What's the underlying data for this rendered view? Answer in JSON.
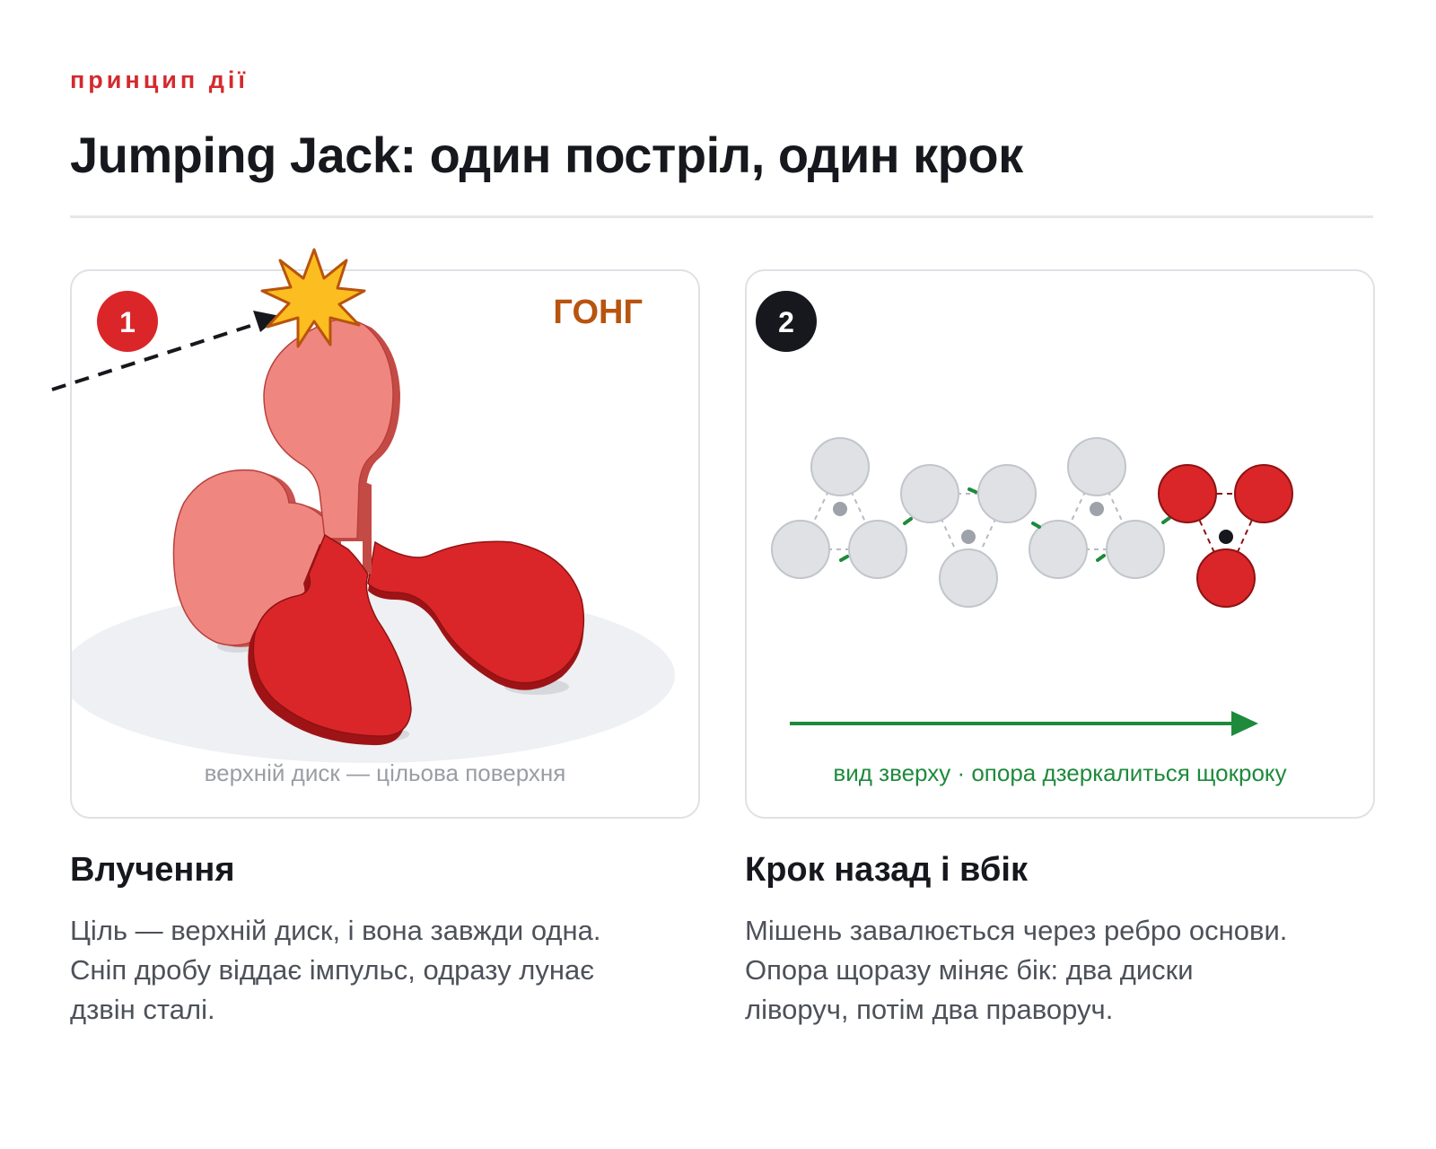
{
  "header": {
    "eyebrow": "принцип дії",
    "title": "Jumping Jack: один постріл, один крок"
  },
  "panel_hit": {
    "badge": "1",
    "gong_label": "ГОНГ",
    "caption": "верхній диск — цільова поверхня"
  },
  "panel_step": {
    "badge": "2",
    "caption": "вид зверху · опора дзеркалиться щокроку"
  },
  "sections": [
    {
      "heading": "Влучення",
      "lines": [
        "Ціль — верхній диск, і вона завжди одна.",
        "Сніп дробу віддає імпульс, одразу лунає",
        "дзвін сталі."
      ]
    },
    {
      "heading": "Крок назад і вбік",
      "lines": [
        "Мішень завалюється через ребро основи.",
        "Опора щоразу міняє бік: два диски",
        "ліворуч, потім два праворуч."
      ]
    }
  ],
  "colors": {
    "accent_red": "#d42a2e",
    "target_red": "#da2628",
    "target_pink": "#f08680",
    "gong_orange": "#b8540e",
    "step_green": "#1e8a3c",
    "ghost_gray": "#dfe1e5",
    "badge_dark": "#16181d"
  },
  "icons": {
    "impact": "starburst-icon",
    "trajectory": "dashed-arrow-icon",
    "direction": "arrow-right-icon"
  }
}
